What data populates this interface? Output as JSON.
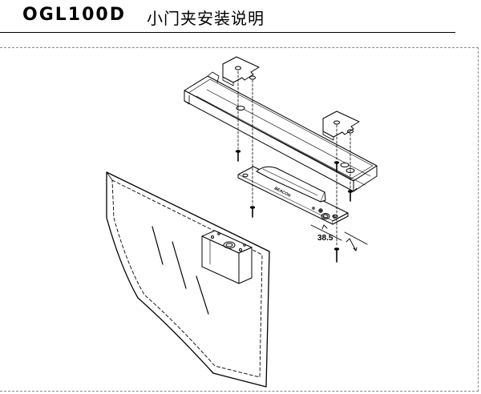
{
  "document": {
    "model": "OGL100D",
    "title": "小门夹安装说明"
  },
  "drawing": {
    "dimension_label": "38.5",
    "brand_stamp": "BEACON"
  }
}
